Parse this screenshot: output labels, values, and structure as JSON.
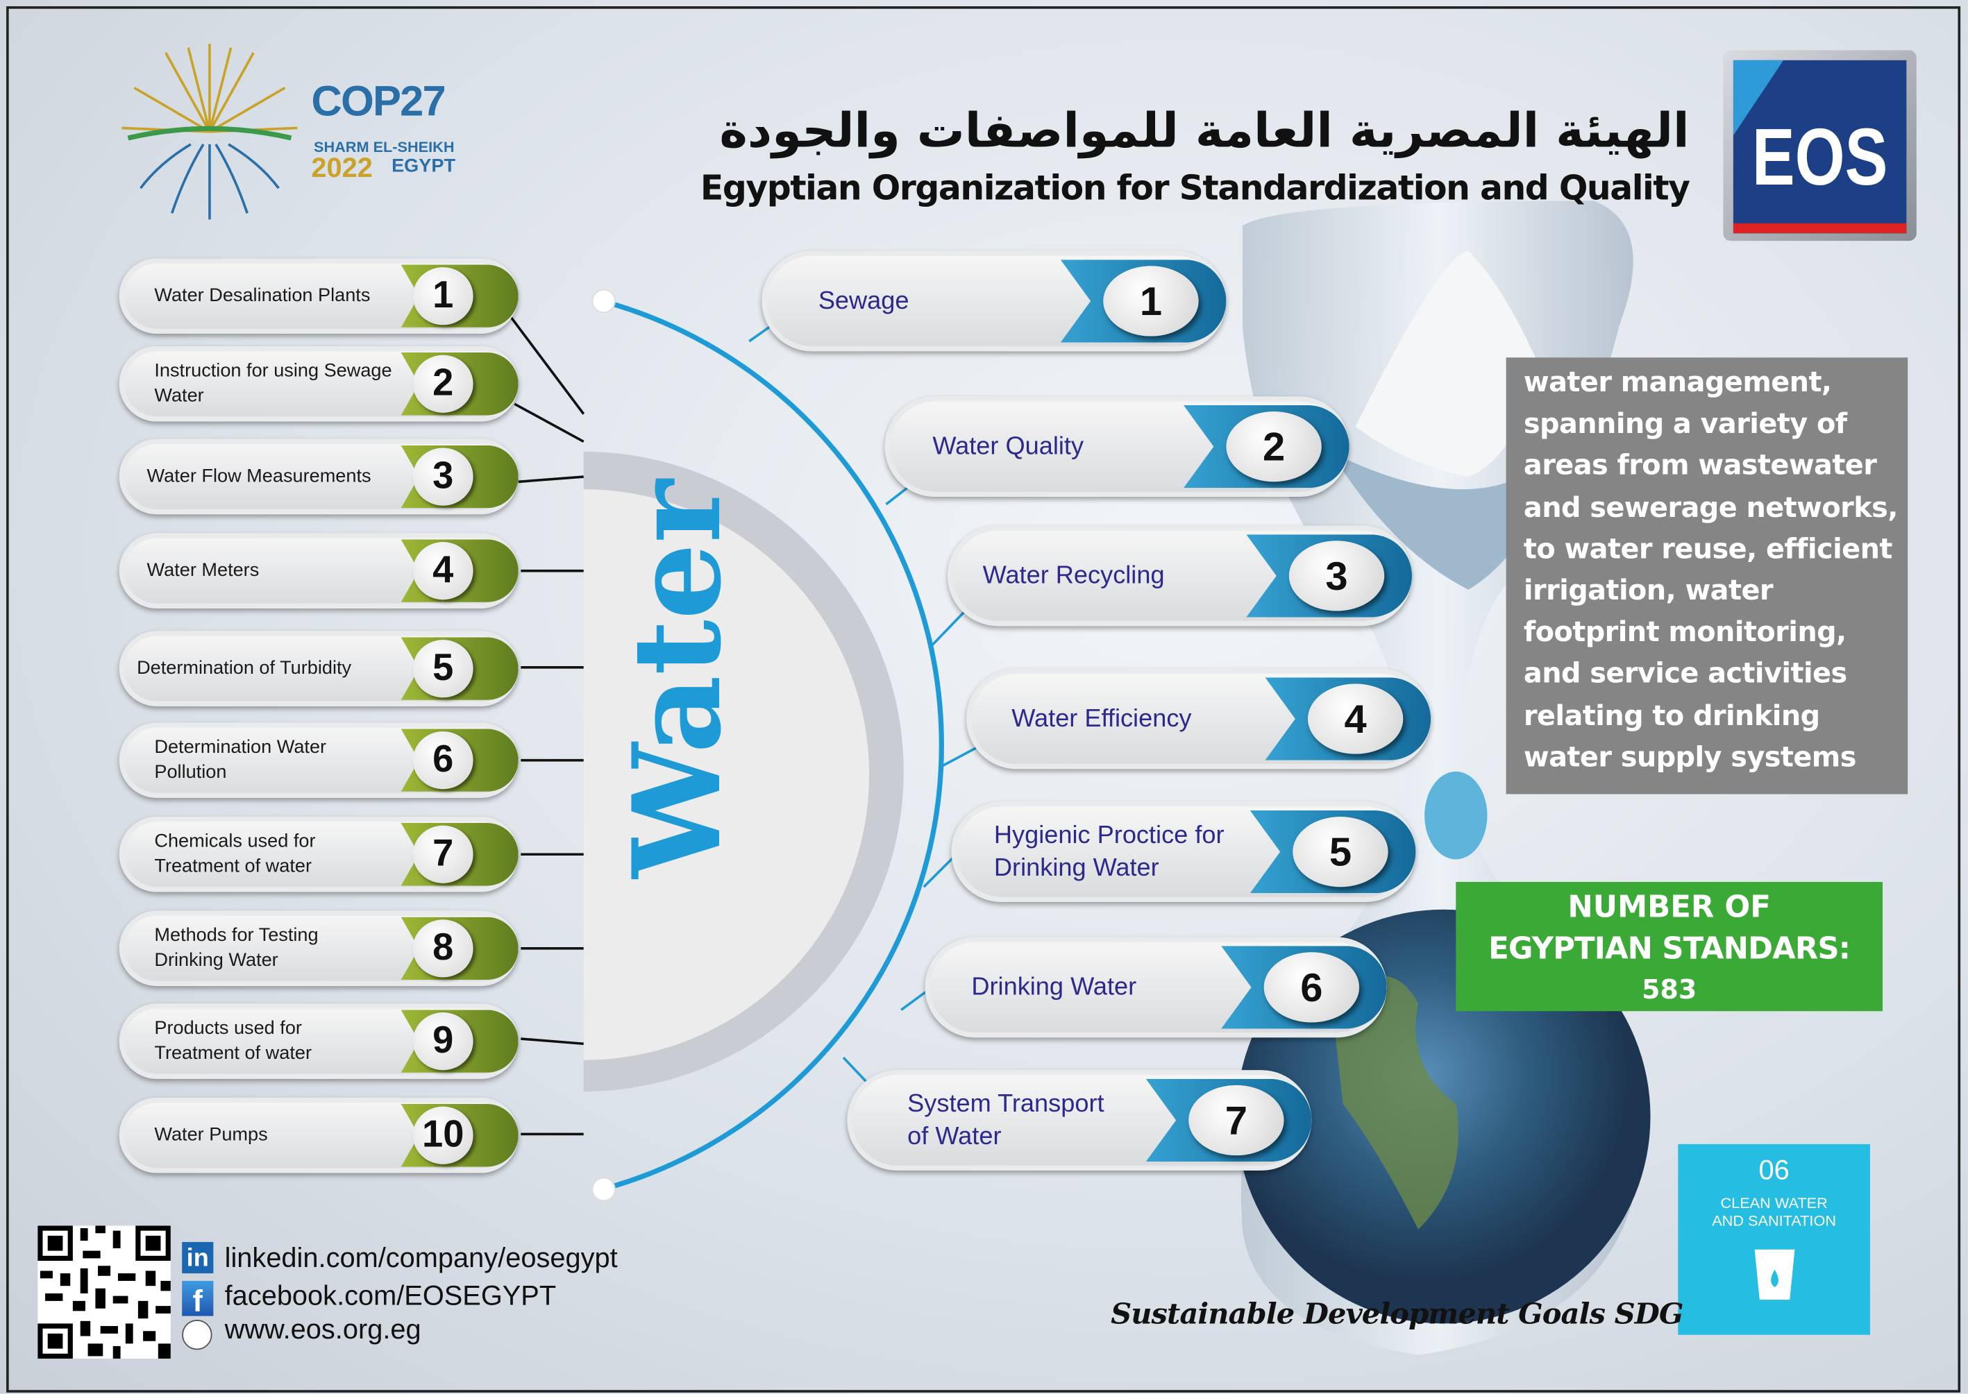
{
  "header": {
    "event_logo": {
      "name": "COP27",
      "line1": "SHARM EL-SHEIKH",
      "line2_year": "2022",
      "line2_country": "EGYPT"
    },
    "title_ar": "الهيئة المصرية العامة للمواصفات والجودة",
    "title_en": "Egyptian Organization for Standardization and Quality",
    "org_logo": "EOS"
  },
  "center_label": "Water",
  "left_items": [
    {
      "num": "1",
      "label": "Water Desalination Plants"
    },
    {
      "num": "2",
      "label": "Instruction for using Sewage Water"
    },
    {
      "num": "3",
      "label": "Water Flow Measurements"
    },
    {
      "num": "4",
      "label": "Water Meters"
    },
    {
      "num": "5",
      "label": "Determination of Turbidity"
    },
    {
      "num": "6",
      "label": "Determination Water Pollution"
    },
    {
      "num": "7",
      "label": "Chemicals used for Treatment of water"
    },
    {
      "num": "8",
      "label": "Methods for Testing Drinking Water"
    },
    {
      "num": "9",
      "label": "Products used for Treatment of water"
    },
    {
      "num": "10",
      "label": "Water Pumps"
    }
  ],
  "right_items": [
    {
      "num": "1",
      "label": "Sewage"
    },
    {
      "num": "2",
      "label": "Water Quality"
    },
    {
      "num": "3",
      "label": "Water Recycling"
    },
    {
      "num": "4",
      "label": "Water Efficiency"
    },
    {
      "num": "5",
      "label": "Hygienic Proctice for Drinking Water"
    },
    {
      "num": "6",
      "label": "Drinking Water"
    },
    {
      "num": "7",
      "label": "System Transport of Water"
    }
  ],
  "description": "water management, spanning a variety of areas from wastewater and sewerage networks, to water reuse, efficient irrigation, water footprint monitoring, and service activities relating to drinking water supply systems",
  "standards": {
    "label_line1": "NUMBER  OF",
    "label_line2": "EGYPTIAN STANDARS:",
    "count": "583"
  },
  "sdg": {
    "number": "06",
    "line1": "CLEAN WATER",
    "line2": "AND SANITATION",
    "caption": "Sustainable Development Goals SDG"
  },
  "links": {
    "linkedin": "linkedin.com/company/eosegypt",
    "facebook": "facebook.com/EOSEGYPT",
    "web": "www.eos.org.eg"
  },
  "colors": {
    "blue": "#1e9bd7",
    "green": "#3aa935",
    "olive": "#8aa62e",
    "gray_box": "#858585",
    "sdg": "#26bde2"
  }
}
